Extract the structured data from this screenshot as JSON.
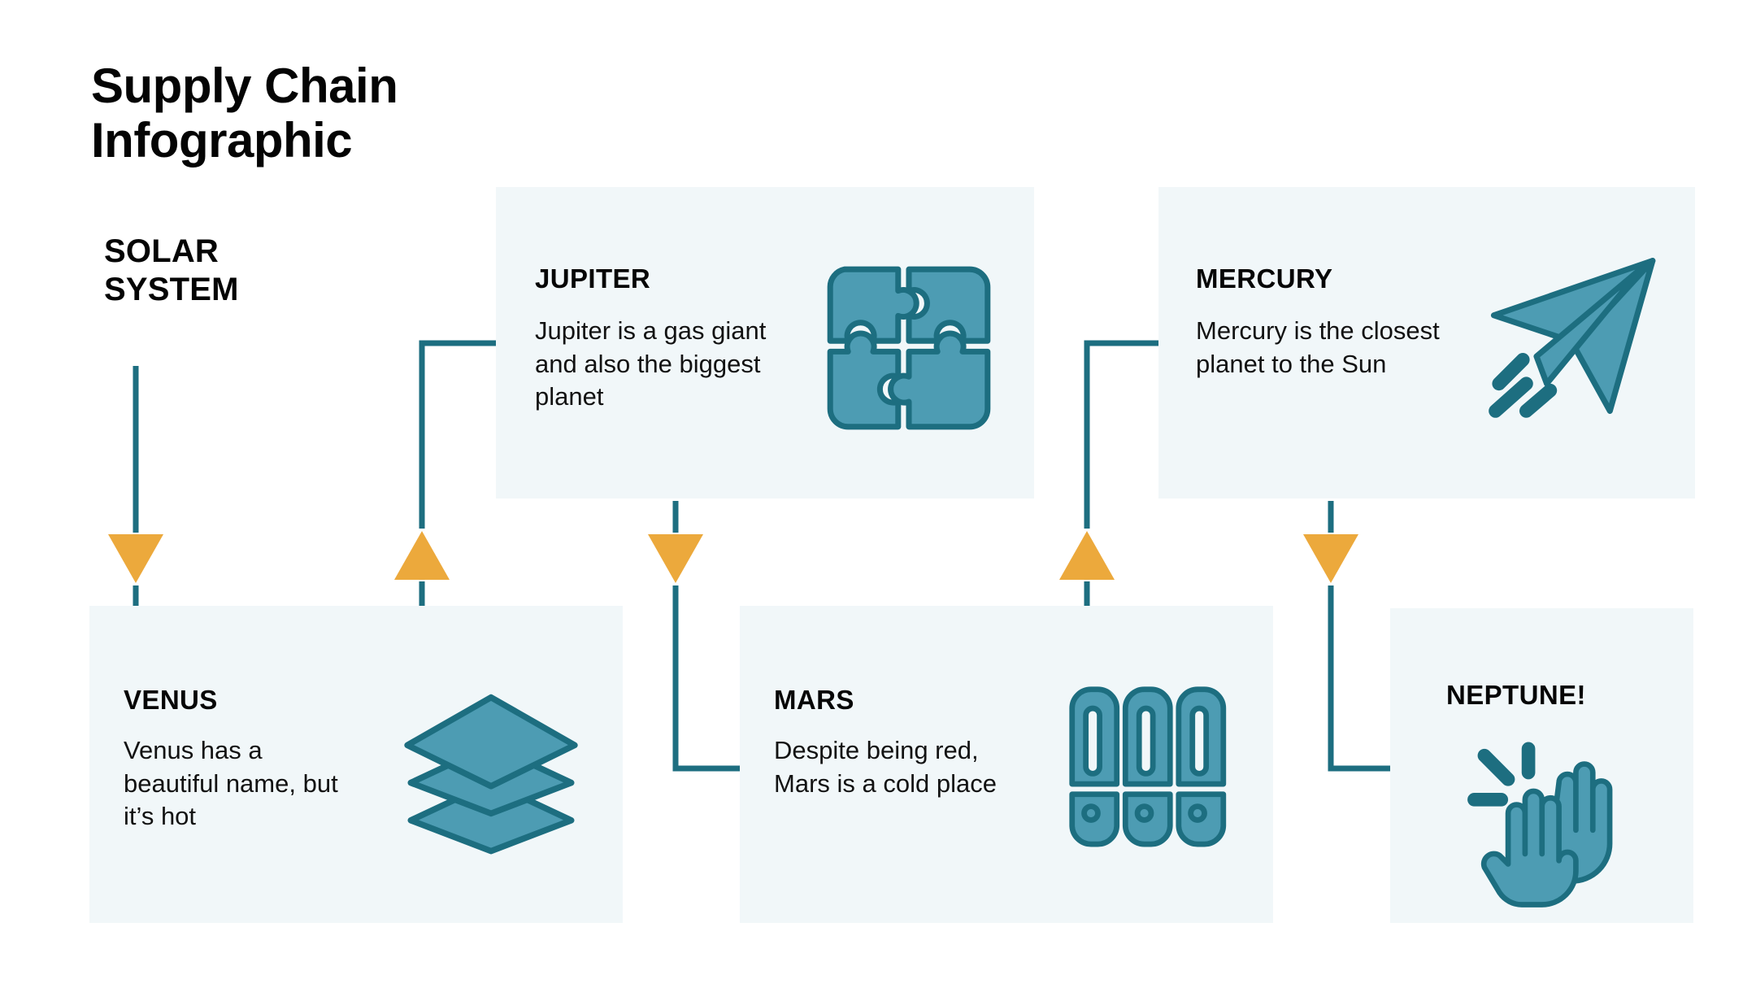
{
  "page": {
    "title": "Supply Chain Infographic",
    "background_color": "#ffffff"
  },
  "theme": {
    "card_background": "#f1f7f9",
    "connector_color": "#1d6e80",
    "marker_color": "#eca93c",
    "icon_fill": "#4d9cb3",
    "icon_stroke": "#1d6e80",
    "text_color": "#060606"
  },
  "root": {
    "label_line1": "SOLAR",
    "label_line2": "SYSTEM",
    "label": "SOLAR SYSTEM"
  },
  "cards": {
    "jupiter": {
      "title": "JUPITER",
      "description": "Jupiter is a gas giant and also the biggest planet",
      "icon": "puzzle-icon"
    },
    "mercury": {
      "title": "MERCURY",
      "description": "Mercury is the closest\nplanet to the Sun",
      "icon": "paper-plane-icon"
    },
    "venus": {
      "title": "VENUS",
      "description": "Venus has a beautiful name, but it’s hot",
      "icon": "layers-icon"
    },
    "mars": {
      "title": "MARS",
      "description": "Despite being red, Mars is a cold place",
      "icon": "archive-boxes-icon"
    },
    "neptune": {
      "title": "NEPTUNE!",
      "description": "",
      "icon": "clapping-hands-icon"
    }
  },
  "connectors": [
    {
      "name": "solar-system-to-venus",
      "marker": "triangle-down",
      "from": "SOLAR SYSTEM",
      "to": "VENUS"
    },
    {
      "name": "venus-to-jupiter",
      "marker": "triangle-up",
      "from": "VENUS",
      "to": "JUPITER"
    },
    {
      "name": "jupiter-to-mars",
      "marker": "triangle-down",
      "from": "JUPITER",
      "to": "MARS"
    },
    {
      "name": "mars-to-mercury",
      "marker": "triangle-up",
      "from": "MARS",
      "to": "MERCURY"
    },
    {
      "name": "mercury-to-neptune",
      "marker": "triangle-down",
      "from": "MERCURY",
      "to": "NEPTUNE!"
    }
  ]
}
